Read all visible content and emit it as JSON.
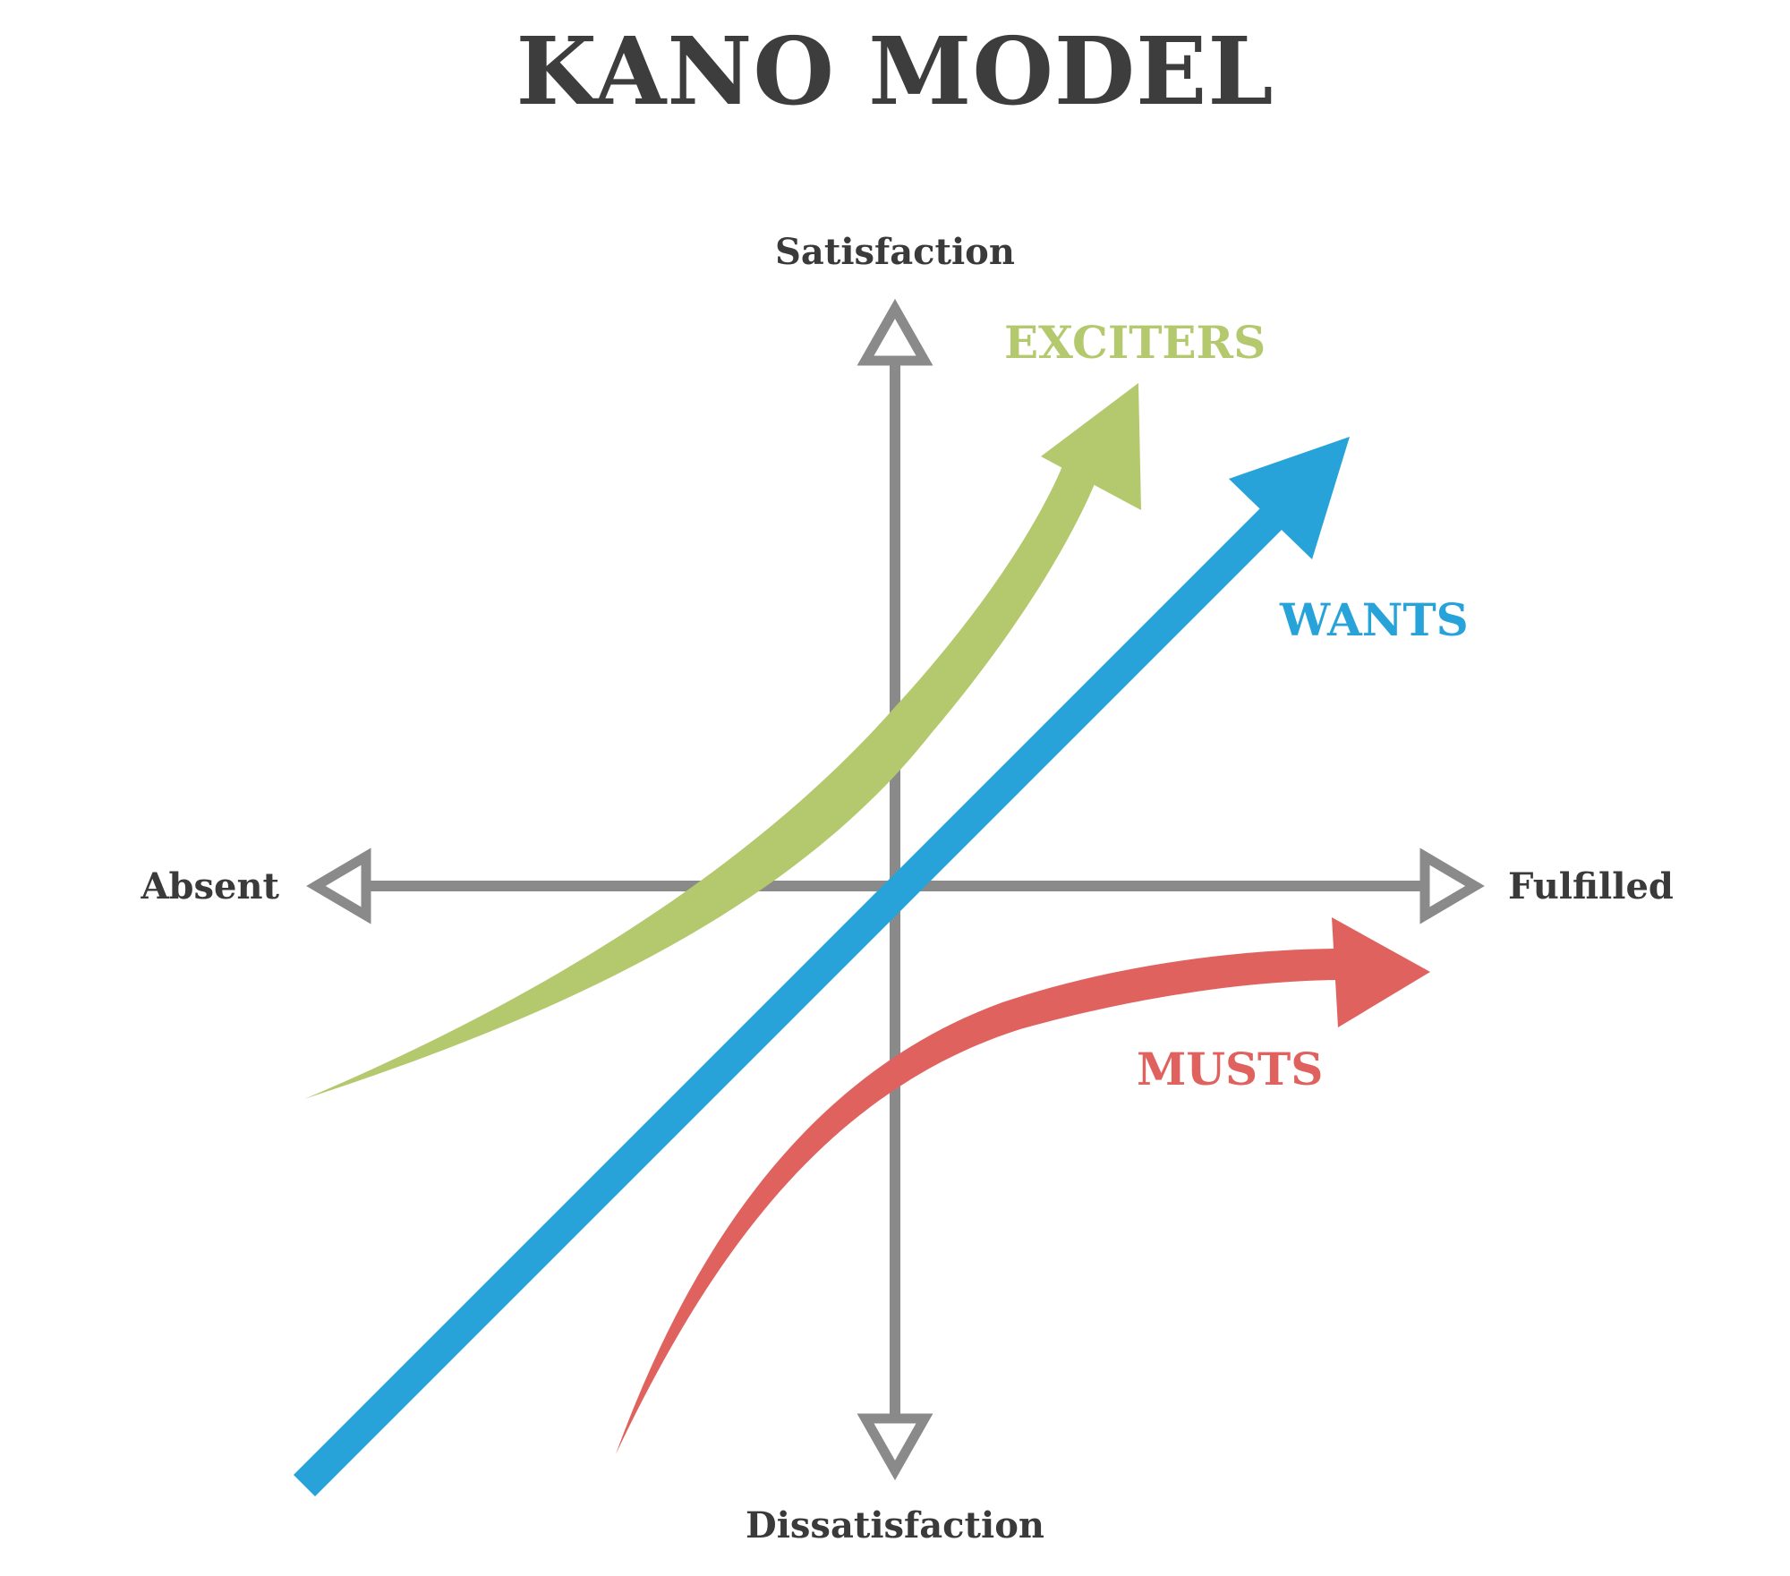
{
  "title": "KANO MODEL",
  "axes": {
    "top": "Satisfaction",
    "bottom": "Dissatisfaction",
    "left": "Absent",
    "right": "Fulfilled"
  },
  "curves": {
    "exciters": "EXCITERS",
    "wants": "WANTS",
    "musts": "MUSTS"
  },
  "colors": {
    "axis": "#8a8a8a",
    "exciters": "#b4c96e",
    "wants": "#27a3da",
    "musts": "#e0625f",
    "text": "#3a3a3a"
  }
}
